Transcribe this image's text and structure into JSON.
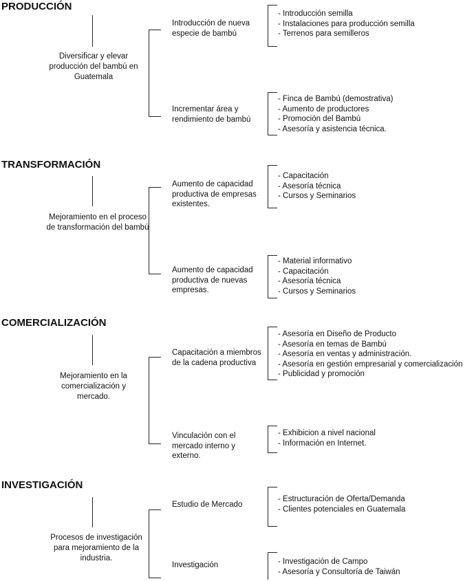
{
  "sections": [
    {
      "title": "PRODUCCIÓN",
      "goal": "Diversificar y elevar producción del bambú en Guatemala",
      "strategies": [
        {
          "label": "Introducción de nueva especie de bambú",
          "actions": [
            "-  Introducción semilla",
            "-  Instalaciones para producción semilla",
            "-  Terrenos para semilleros"
          ]
        },
        {
          "label": "Incrementar área y rendimiento de bambú",
          "actions": [
            "-  Finca de Bambú (demostrativa)",
            "-  Aumento de productores",
            "-  Promoción del Bambú",
            "- Asesoría y asistencia técnica."
          ]
        }
      ]
    },
    {
      "title": "TRANSFORMACIÓN",
      "goal": "Mejoramiento en el proceso de transformación del bambú",
      "strategies": [
        {
          "label": "Aumento de capacidad productiva de empresas existentes.",
          "actions": [
            "-  Capacitación",
            "-  Asesoría técnica",
            "- Cursos y Seminarios"
          ]
        },
        {
          "label": "Aumento de capacidad productiva de nuevas empresas.",
          "actions": [
            "-  Material informativo",
            "-  Capacitación",
            "-  Asesoría técnica",
            "-  Cursos y Seminarios"
          ]
        }
      ]
    },
    {
      "title": "COMERCIALIZACIÓN",
      "goal": "Mejoramiento en la comercialización y mercado.",
      "strategies": [
        {
          "label": "Capacitación a miembros de la cadena productiva",
          "actions": [
            "-  Asesoría en Diseño de Producto",
            "- Asesoría en temas de Bambú",
            "- Asesoría en ventas y administración.",
            "- Asesoría en gestión empresarial y comercialización",
            "-  Publicidad y promoción"
          ]
        },
        {
          "label": "Vinculación con el mercado interno y externo.",
          "actions": [
            "- Exhibicion a nivel nacional",
            "- Información en Internet."
          ]
        }
      ]
    },
    {
      "title": "INVESTIGACIÓN",
      "goal": "Procesos de investigación para mejoramiento de la industria.",
      "strategies": [
        {
          "label": "Estudio de Mercado",
          "actions": [
            "- Estructuración de Oferta/Demanda",
            "- Clientes potenciales en Guatemala"
          ]
        },
        {
          "label": "Investigación",
          "actions": [
            "-  Investigación de Campo",
            "- Asesoría y Consultoría de Taiwán"
          ]
        }
      ]
    }
  ]
}
